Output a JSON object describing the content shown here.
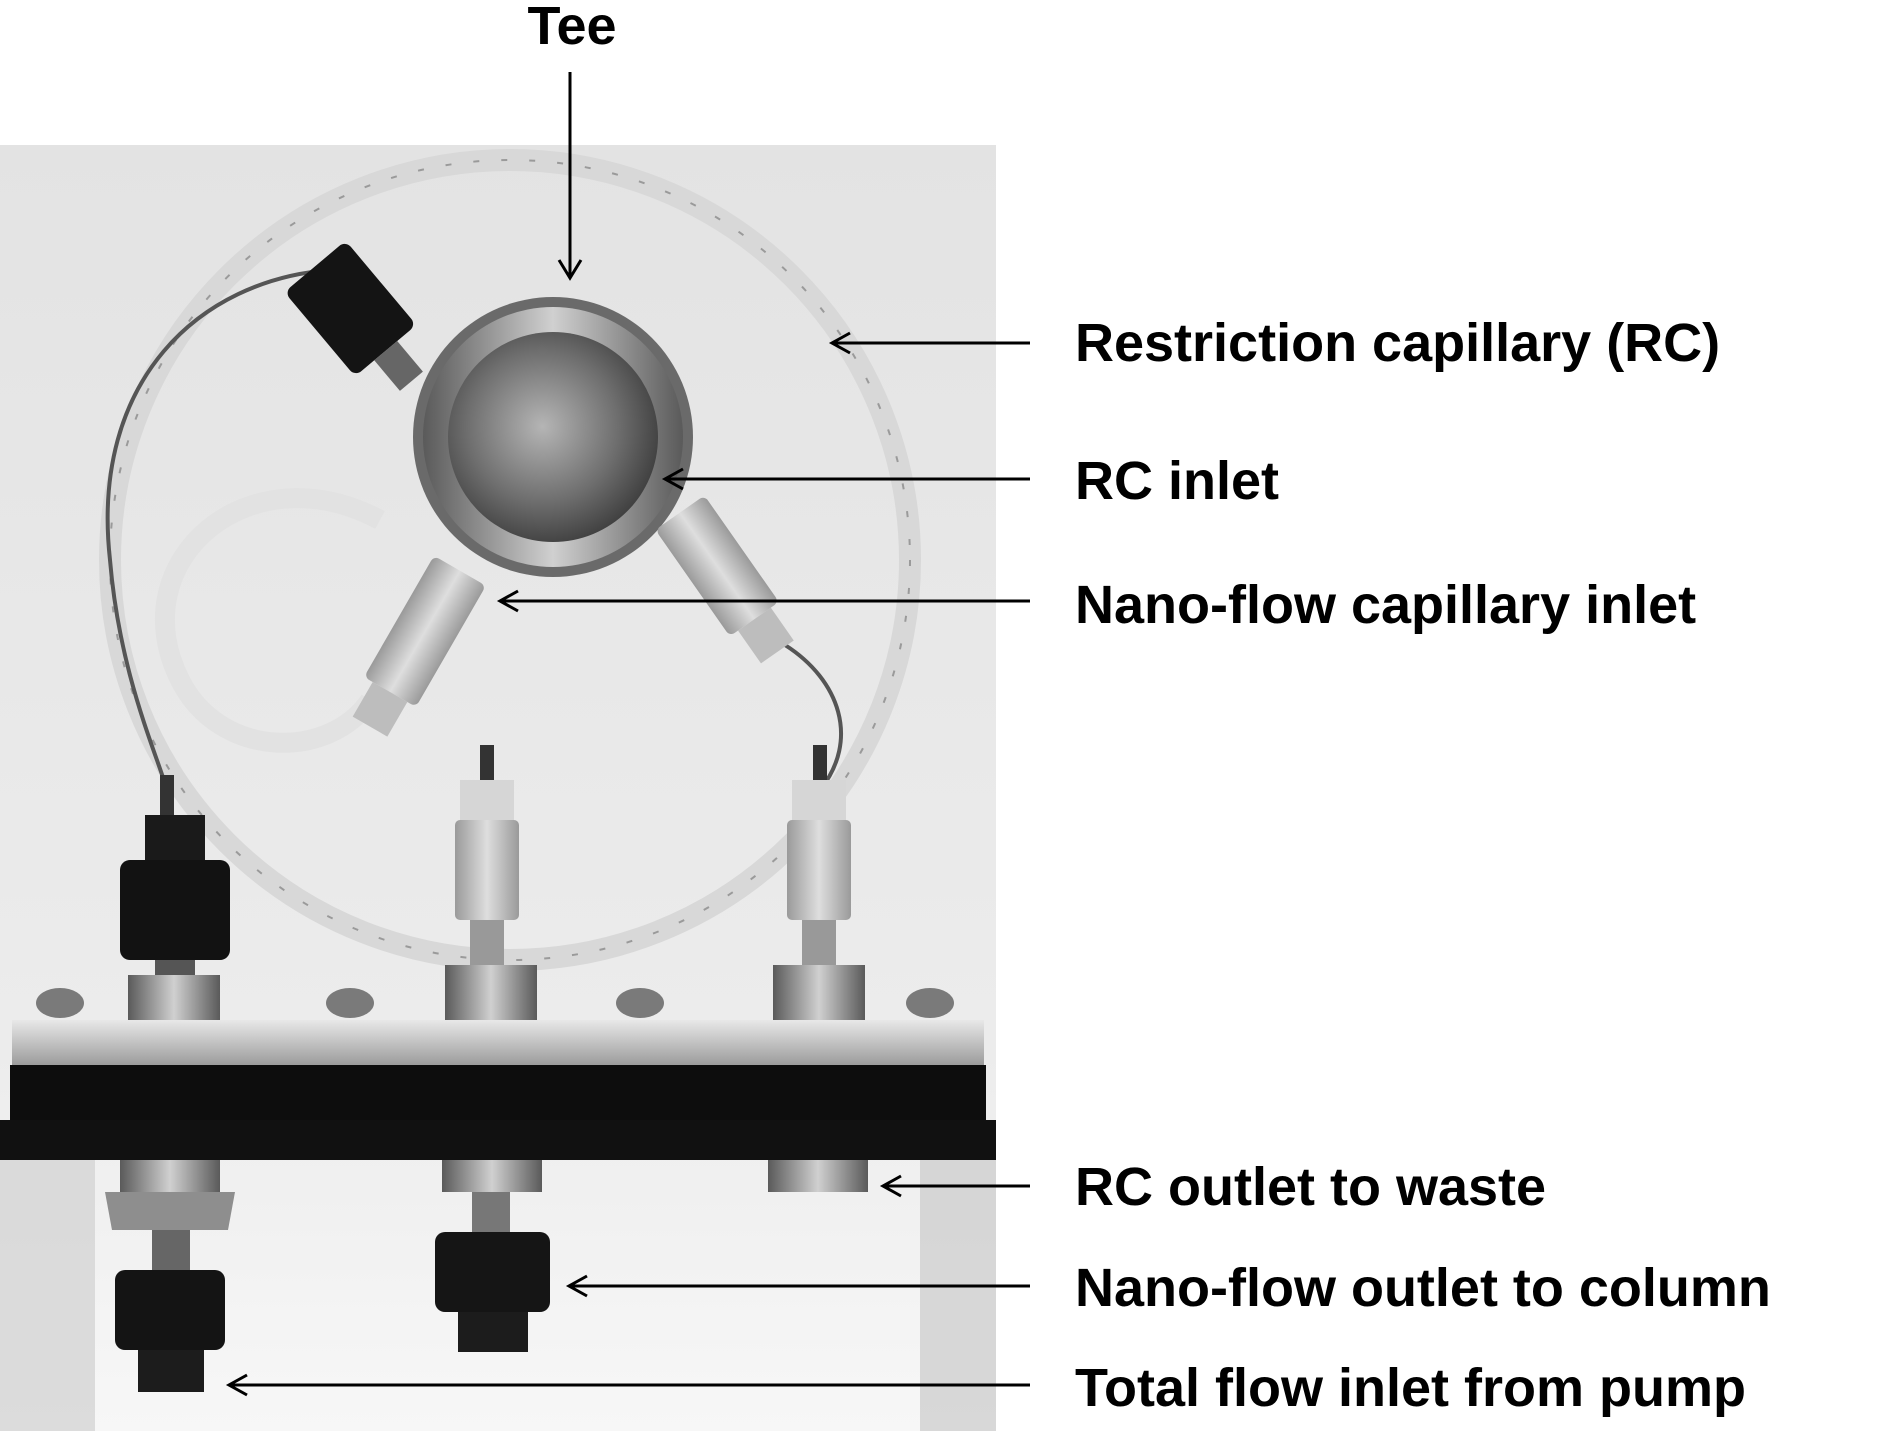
{
  "figure": {
    "labels": {
      "tee": "Tee",
      "restriction_capillary": "Restriction capillary (RC)",
      "rc_inlet": "RC inlet",
      "nanoflow_capillary_inlet": "Nano-flow capillary inlet",
      "rc_outlet": "RC outlet to waste",
      "nanoflow_outlet": "Nano-flow outlet to column",
      "total_flow_inlet": "Total flow inlet from pump"
    },
    "colors": {
      "background": "#ffffff",
      "photo_backdrop": "#e6e6e6",
      "metal": "#8c8c8c",
      "dark_fitting": "#111111",
      "light_fitting": "#c8c8c8"
    }
  }
}
